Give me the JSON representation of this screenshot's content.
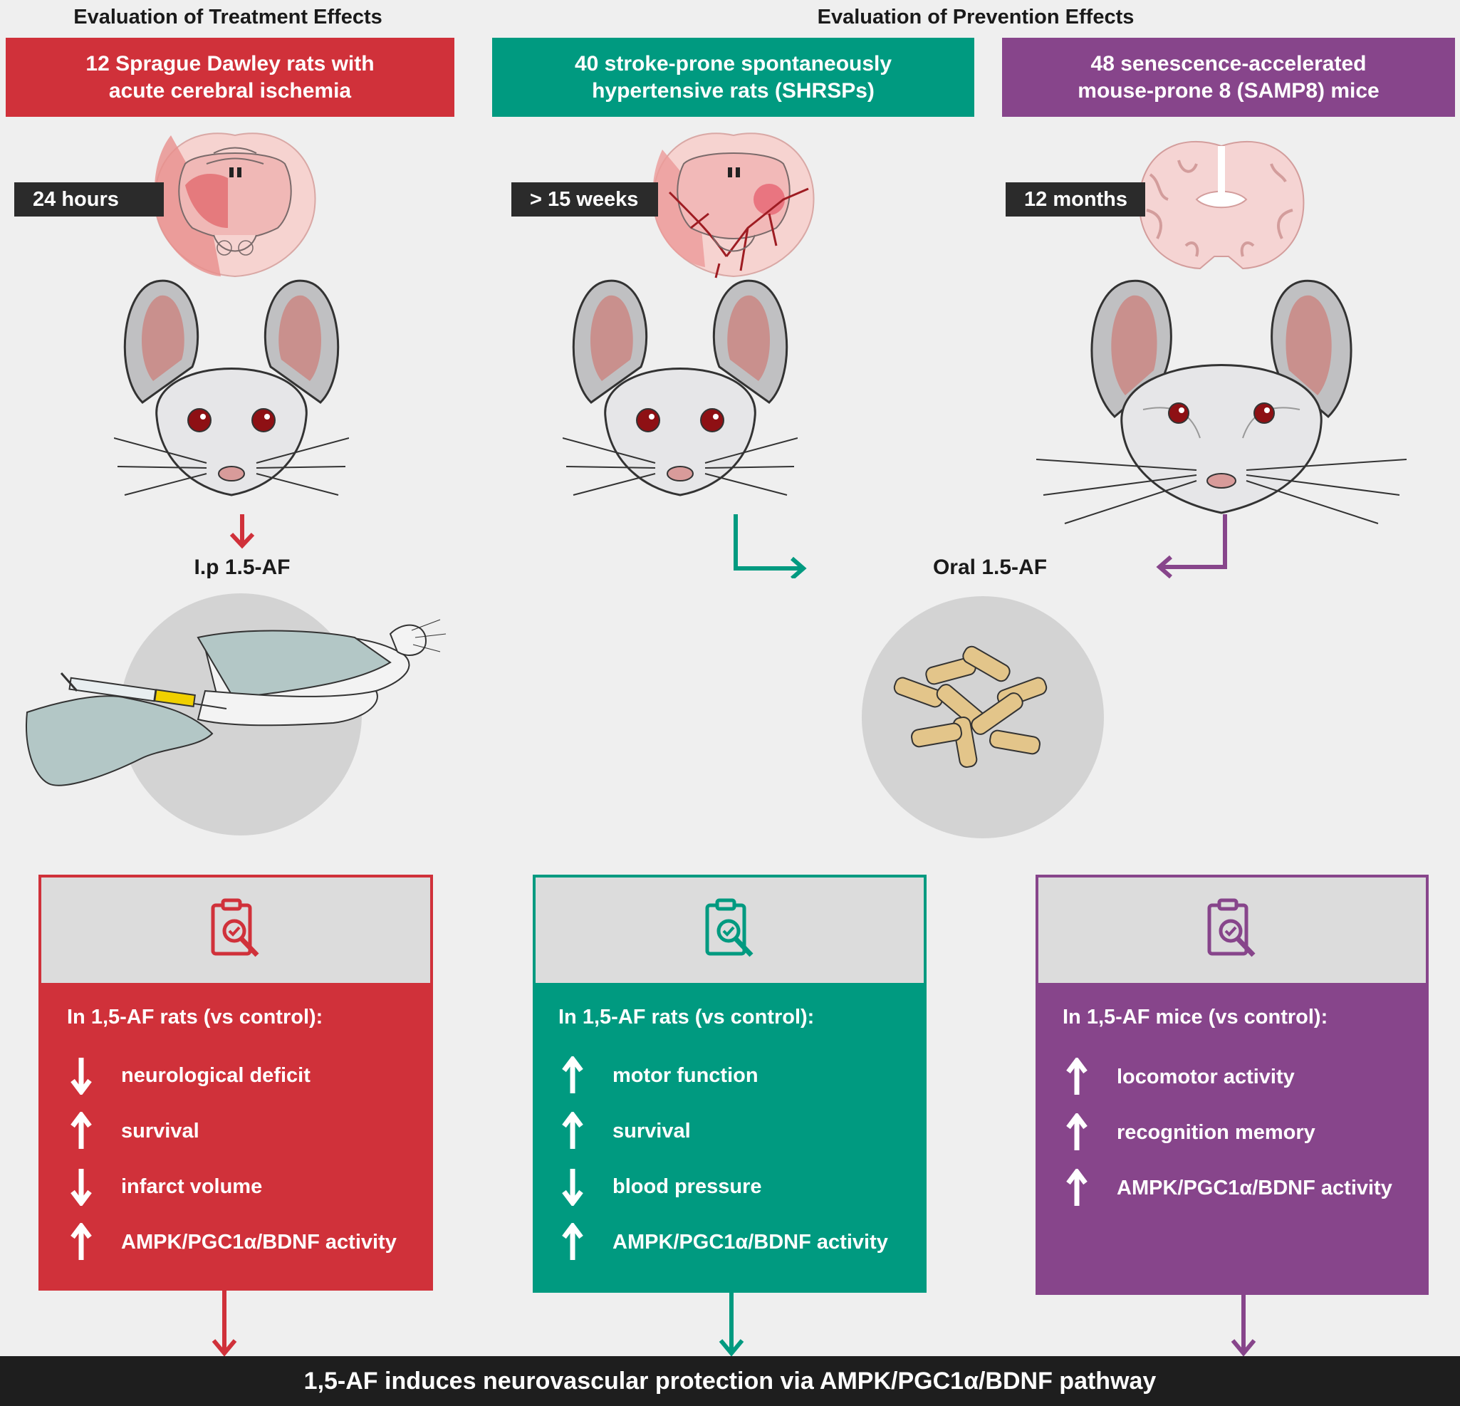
{
  "sections": {
    "treatment_title": "Evaluation of Treatment Effects",
    "prevention_title": "Evaluation of Prevention Effects"
  },
  "columns": [
    {
      "color": "#d0313a",
      "header": "12 Sprague Dawley rats with acute cerebral ischemia",
      "timepoint": "24 hours",
      "route": "I.p 1.5-AF",
      "result_intro": "In 1,5-AF rats (vs control):",
      "results": [
        {
          "direction": "down",
          "text": "neurological deficit"
        },
        {
          "direction": "up",
          "text": "survival"
        },
        {
          "direction": "down",
          "text": "infarct volume"
        },
        {
          "direction": "up",
          "text": "AMPK/PGC1α/BDNF activity"
        }
      ]
    },
    {
      "color": "#009a80",
      "header": "40 stroke-prone spontaneously hypertensive rats (SHRSPs)",
      "timepoint": "> 15 weeks",
      "result_intro": "In 1,5-AF rats (vs control):",
      "results": [
        {
          "direction": "up",
          "text": "motor function"
        },
        {
          "direction": "up",
          "text": "survival"
        },
        {
          "direction": "down",
          "text": "blood pressure"
        },
        {
          "direction": "up",
          "text": "AMPK/PGC1α/BDNF activity"
        }
      ]
    },
    {
      "color": "#87458b",
      "header": "48 senescence-accelerated mouse-prone 8 (SAMP8) mice",
      "timepoint": "12 months",
      "result_intro": "In 1,5-AF mice (vs control):",
      "results": [
        {
          "direction": "up",
          "text": "locomotor activity"
        },
        {
          "direction": "up",
          "text": "recognition memory"
        },
        {
          "direction": "up",
          "text": "AMPK/PGC1α/BDNF activity"
        }
      ]
    }
  ],
  "oral_route": "Oral 1.5-AF",
  "conclusion": "1,5-AF induces neurovascular protection via AMPK/PGC1α/BDNF pathway",
  "icons": [
    "brain-section-icon",
    "rat-face-icon",
    "mouse-face-icon",
    "syringe-injection-icon",
    "food-pellets-icon",
    "clipboard-magnifier-icon",
    "up-arrow-icon",
    "down-arrow-icon"
  ]
}
